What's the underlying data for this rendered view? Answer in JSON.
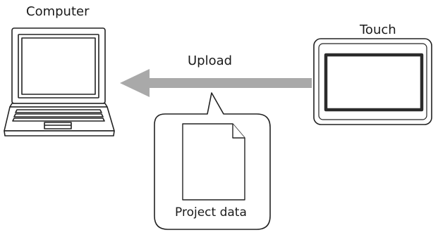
{
  "diagram": {
    "computer_label": "Computer",
    "touch_label": "Touch",
    "upload_label": "Upload",
    "project_label": "Project data"
  },
  "colors": {
    "arrow": "#a9a9a9",
    "stroke": "#222222",
    "fill": "#ffffff"
  },
  "icons": [
    "laptop-icon",
    "touch-panel-icon",
    "document-icon",
    "upload-arrow-icon"
  ]
}
